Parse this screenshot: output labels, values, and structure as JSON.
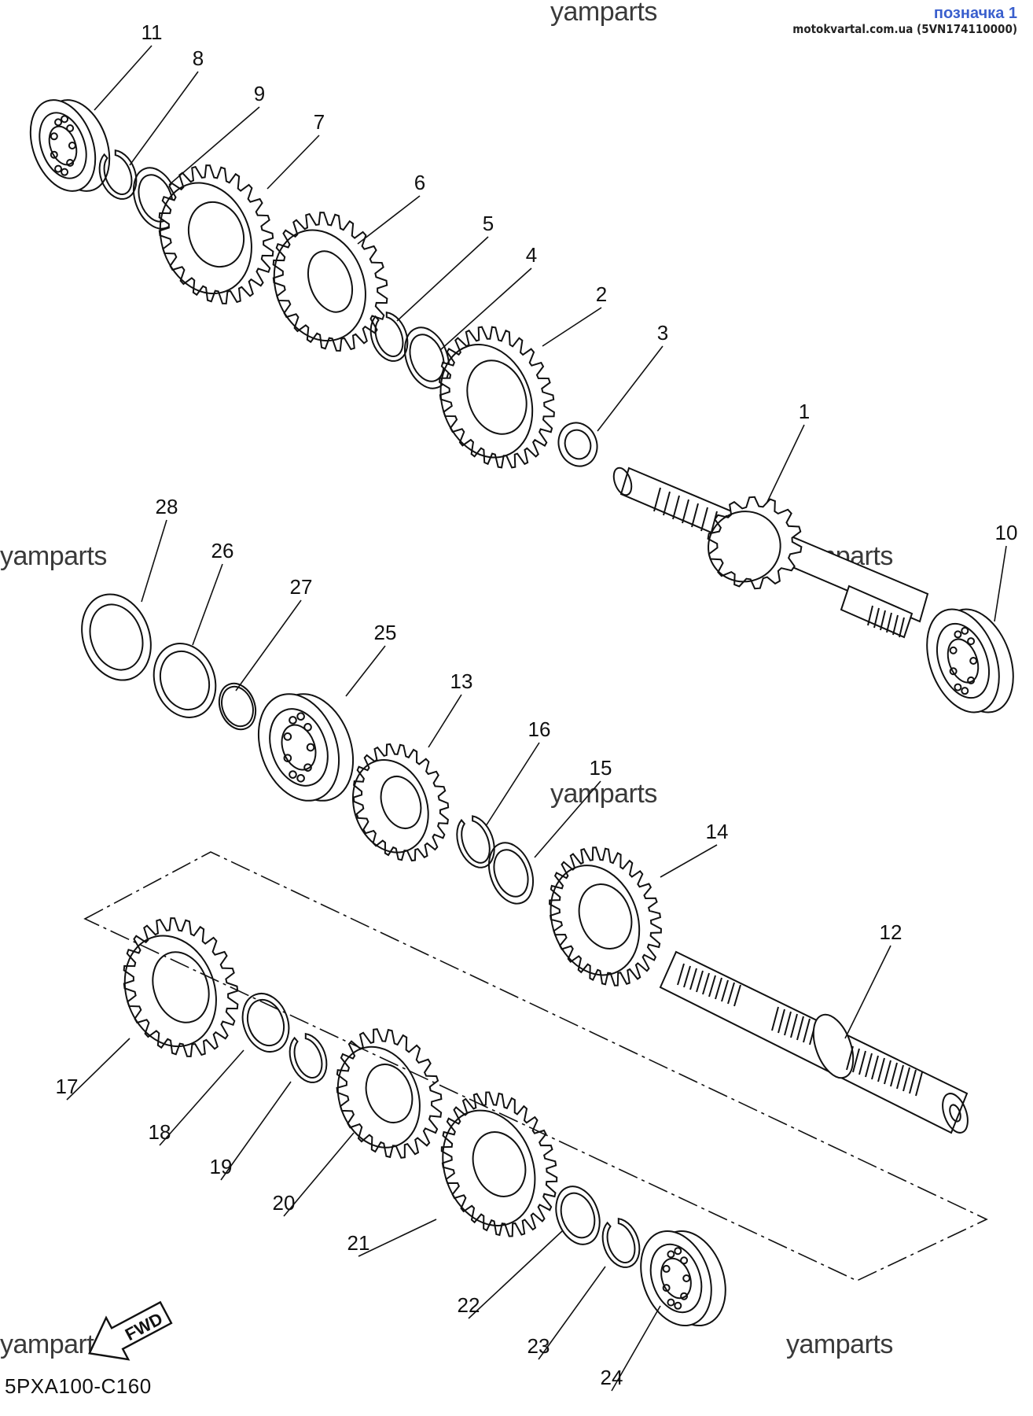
{
  "watermark": "yamparts",
  "header": {
    "label": "позначка 1",
    "source": "motokvartal.com.ua (5VN174110000)"
  },
  "diagram_code": "5PXA100-C160",
  "fwd_label": "FWD",
  "callouts": [
    "1",
    "2",
    "3",
    "4",
    "5",
    "6",
    "7",
    "8",
    "9",
    "10",
    "11",
    "12",
    "13",
    "14",
    "15",
    "16",
    "17",
    "18",
    "19",
    "20",
    "21",
    "22",
    "23",
    "24",
    "25",
    "26",
    "27",
    "28"
  ],
  "colors": {
    "line": "#111111",
    "label_blue": "#3a5fcd"
  }
}
